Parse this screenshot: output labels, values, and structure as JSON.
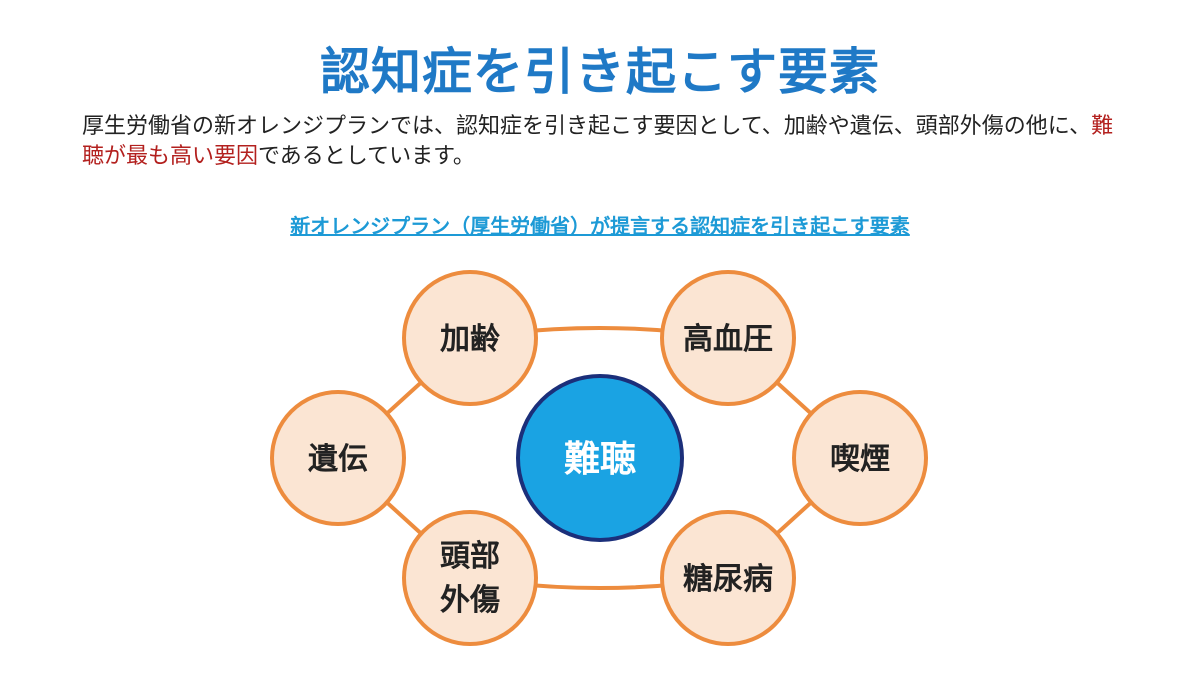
{
  "title": "認知症を引き起こす要素",
  "intro": {
    "part1": "厚生労働省の新オレンジプランでは、認知症を引き起こす要因として、加齢や遺伝、頭部外傷の他に、",
    "highlight": "難聴が最も高い要因",
    "part2": "であるとしています。"
  },
  "subtitle": "新オレンジプラン（厚生労働省）が提言する認知症を引き起こす要素",
  "diagram": {
    "center": "難聴",
    "nodes": {
      "aging": "加齢",
      "hypertension": "高血圧",
      "heredity": "遺伝",
      "smoking": "喫煙",
      "head_injury_line1": "頭部",
      "head_injury_line2": "外傷",
      "diabetes": "糖尿病"
    }
  },
  "colors": {
    "title": "#1f79c6",
    "highlight": "#b3201e",
    "subtitle": "#1d9ad6",
    "node_fill": "#fbe5d3",
    "node_stroke": "#ed8c3e",
    "center_fill": "#1aa3e3",
    "center_stroke": "#1b2f7a"
  }
}
